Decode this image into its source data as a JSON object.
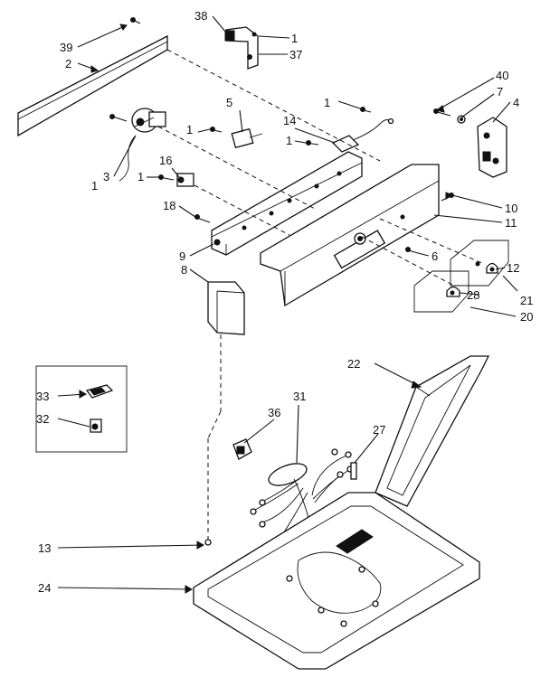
{
  "labels": {
    "p1": "1",
    "p2": "2",
    "p3": "3",
    "p4": "4",
    "p5": "5",
    "p6": "6",
    "p7": "7",
    "p8": "8",
    "p9": "9",
    "p10": "10",
    "p11": "11",
    "p12": "12",
    "p13": "13",
    "p14": "14",
    "p16": "16",
    "p18": "18",
    "p20": "20",
    "p21": "21",
    "p22": "22",
    "p24": "24",
    "p27": "27",
    "p28": "28",
    "p31": "31",
    "p32": "32",
    "p33": "33",
    "p36": "36",
    "p37": "37",
    "p38": "38",
    "p39": "39",
    "p40": "40"
  }
}
